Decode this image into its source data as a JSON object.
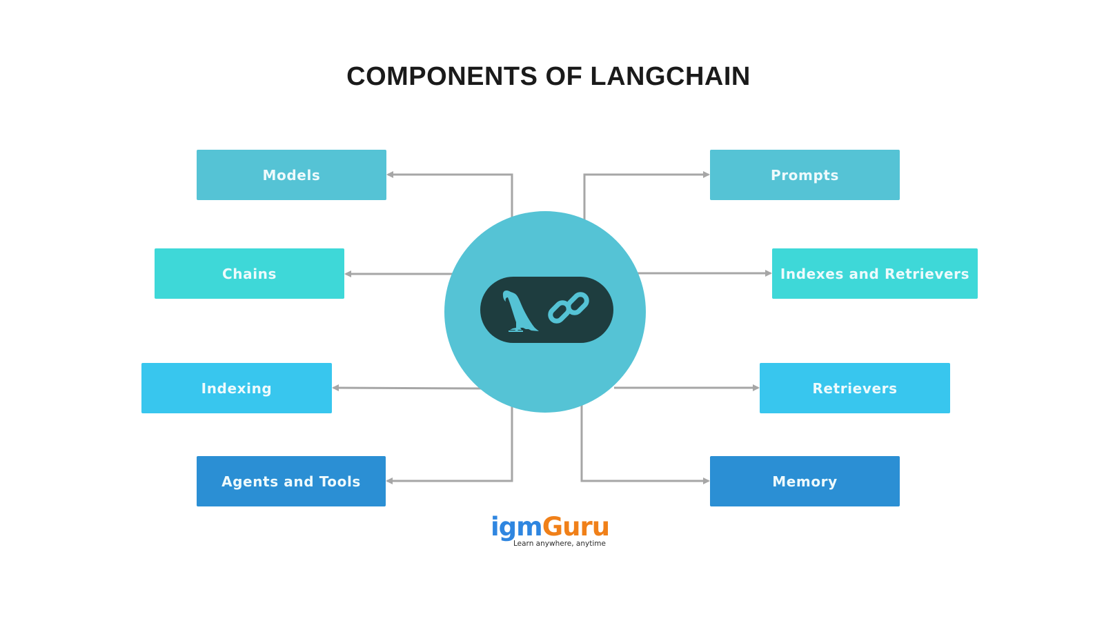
{
  "title": "COMPONENTS OF LANGCHAIN",
  "colors": {
    "hub": "#55c3d5",
    "pill": "#1e3d3f",
    "icon": "#55c3d5",
    "connector": "#a6a6a6",
    "teal": "#55c3d5",
    "turquoise": "#3ed8d8",
    "sky": "#38c6ee",
    "blue": "#2b8fd4",
    "logo_igm": "#2f86e0",
    "logo_guru": "#f08019"
  },
  "hub": {
    "icons": [
      "parrot-icon",
      "chain-link-icon"
    ]
  },
  "components": {
    "models": {
      "label": "Models",
      "side": "left"
    },
    "prompts": {
      "label": "Prompts",
      "side": "right"
    },
    "chains": {
      "label": "Chains",
      "side": "left"
    },
    "indexes_retrievers": {
      "label": "Indexes and Retrievers",
      "side": "right"
    },
    "indexing": {
      "label": "Indexing",
      "side": "left"
    },
    "retrievers": {
      "label": "Retrievers",
      "side": "right"
    },
    "agents_tools": {
      "label": "Agents and Tools",
      "side": "left"
    },
    "memory": {
      "label": "Memory",
      "side": "right"
    }
  },
  "logo": {
    "part1": "igm",
    "part2": "Guru",
    "tagline": "Learn anywhere, anytime"
  }
}
